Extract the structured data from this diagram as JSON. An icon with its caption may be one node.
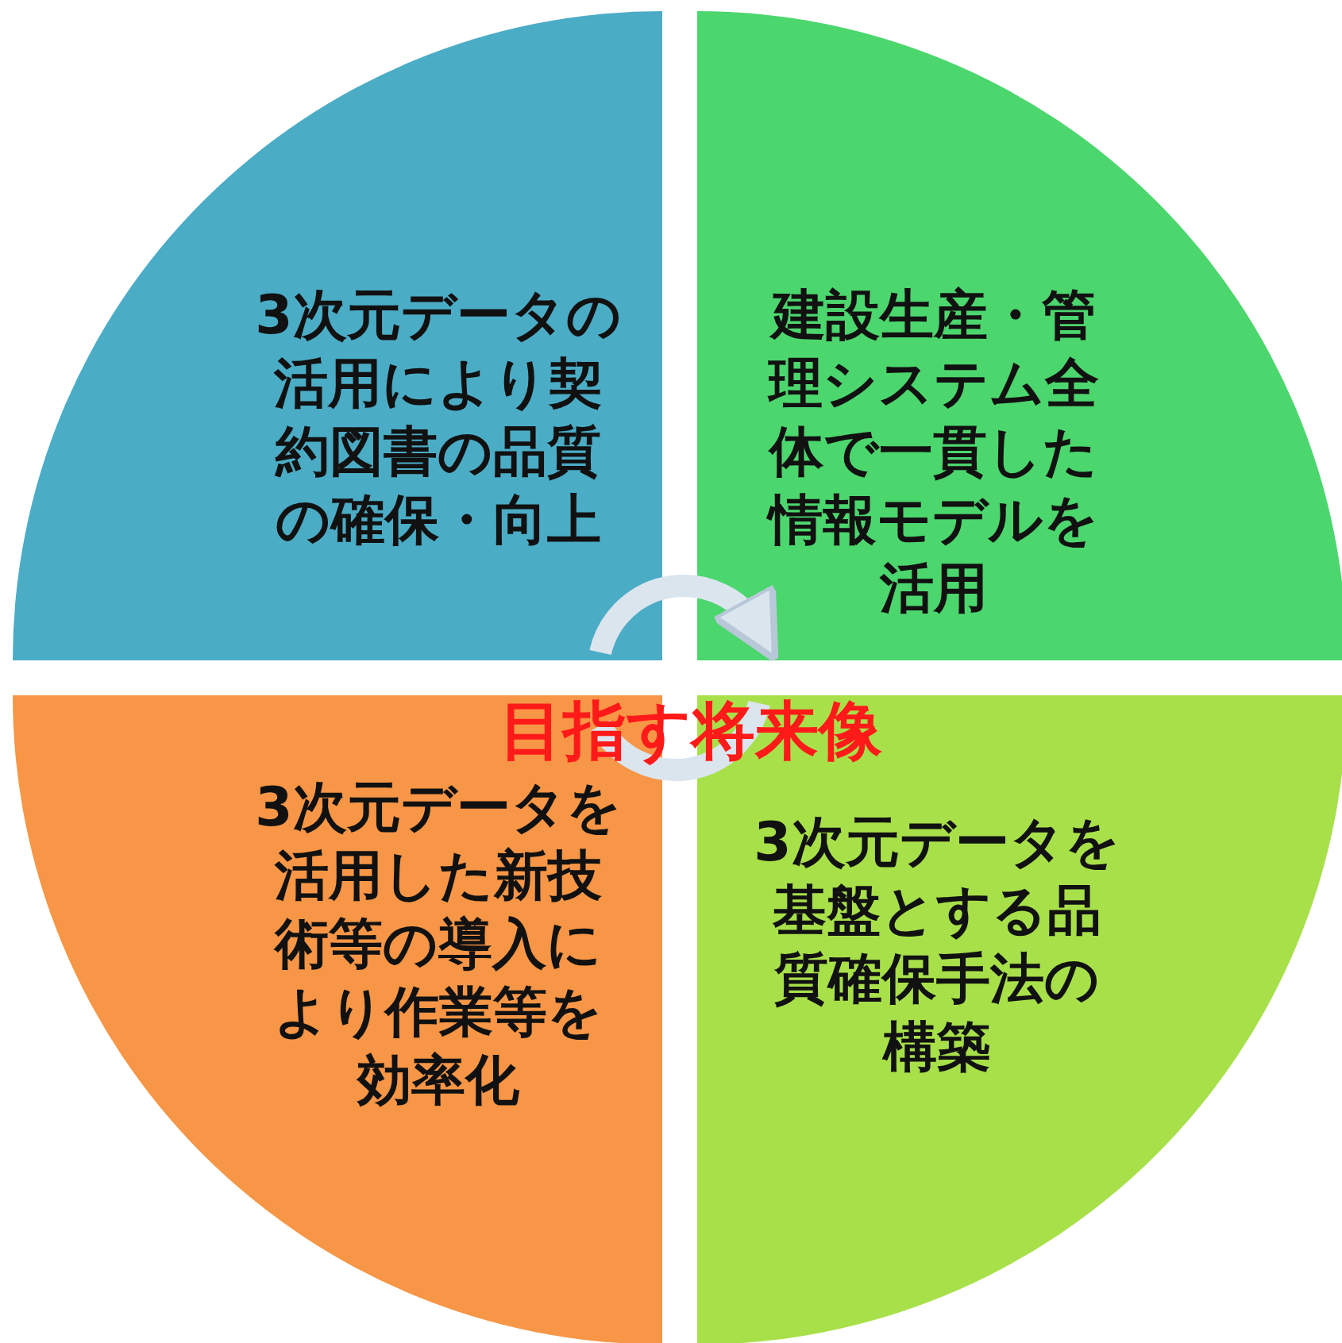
{
  "diagram": {
    "title": "目指す将来像",
    "nodes": [
      {
        "text": [
          "3次元データの活用により契約図書の品質の確保・向上"
        ]
      },
      {
        "text": [
          "建設生産・管理システム全体で一貫した情報モデルを活用"
        ]
      },
      {
        "text": [
          "3次元データを活用した新技術等の導入により作業等を効率化"
        ]
      },
      {
        "text": [
          "3次元データを基盤とする品質確保手法の構築"
        ]
      }
    ],
    "edges": [
      {
        "from": 0,
        "to": 1,
        "arrow": "to"
      },
      {
        "from": 3,
        "to": 2,
        "arrow": "none"
      }
    ]
  }
}
